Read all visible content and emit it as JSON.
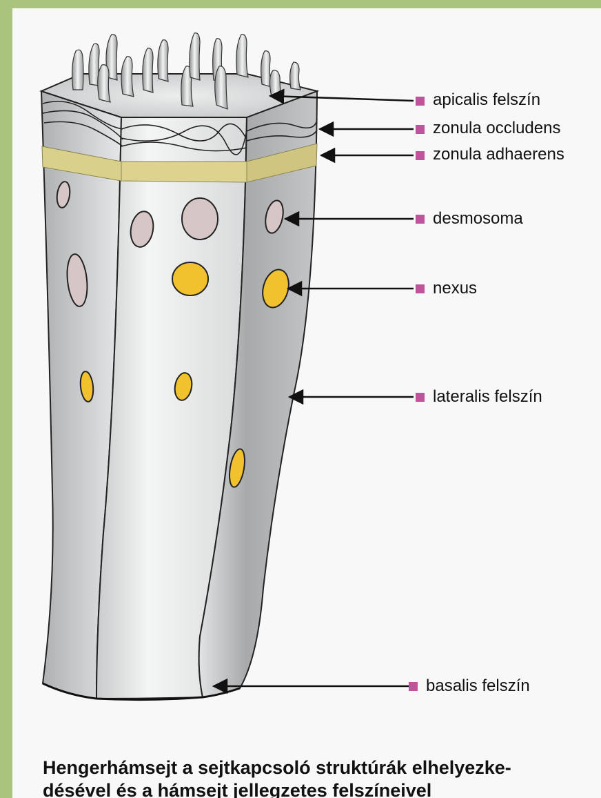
{
  "labels": [
    {
      "id": "apicalis",
      "text": "apicalis felszín"
    },
    {
      "id": "zonula-occludens",
      "text": "zonula occludens"
    },
    {
      "id": "zonula-adhaerens",
      "text": "zonula adhaerens"
    },
    {
      "id": "desmosoma",
      "text": "desmosoma"
    },
    {
      "id": "nexus",
      "text": "nexus"
    },
    {
      "id": "lateralis",
      "text": "lateralis felszín"
    },
    {
      "id": "basalis",
      "text": "basalis felszín"
    }
  ],
  "caption": "Hengerhámsejt a sejtkapcsoló struktúrák elhelyezke-\ndésével és a hámsejt jellegzetes felszíneivel",
  "colors": {
    "background": "#a9c47c",
    "bullet": "#c0549a",
    "nexus": "#f2c12e",
    "desmosoma": "#d7c6c6",
    "zonula_adhaerens": "#d9d08c"
  }
}
